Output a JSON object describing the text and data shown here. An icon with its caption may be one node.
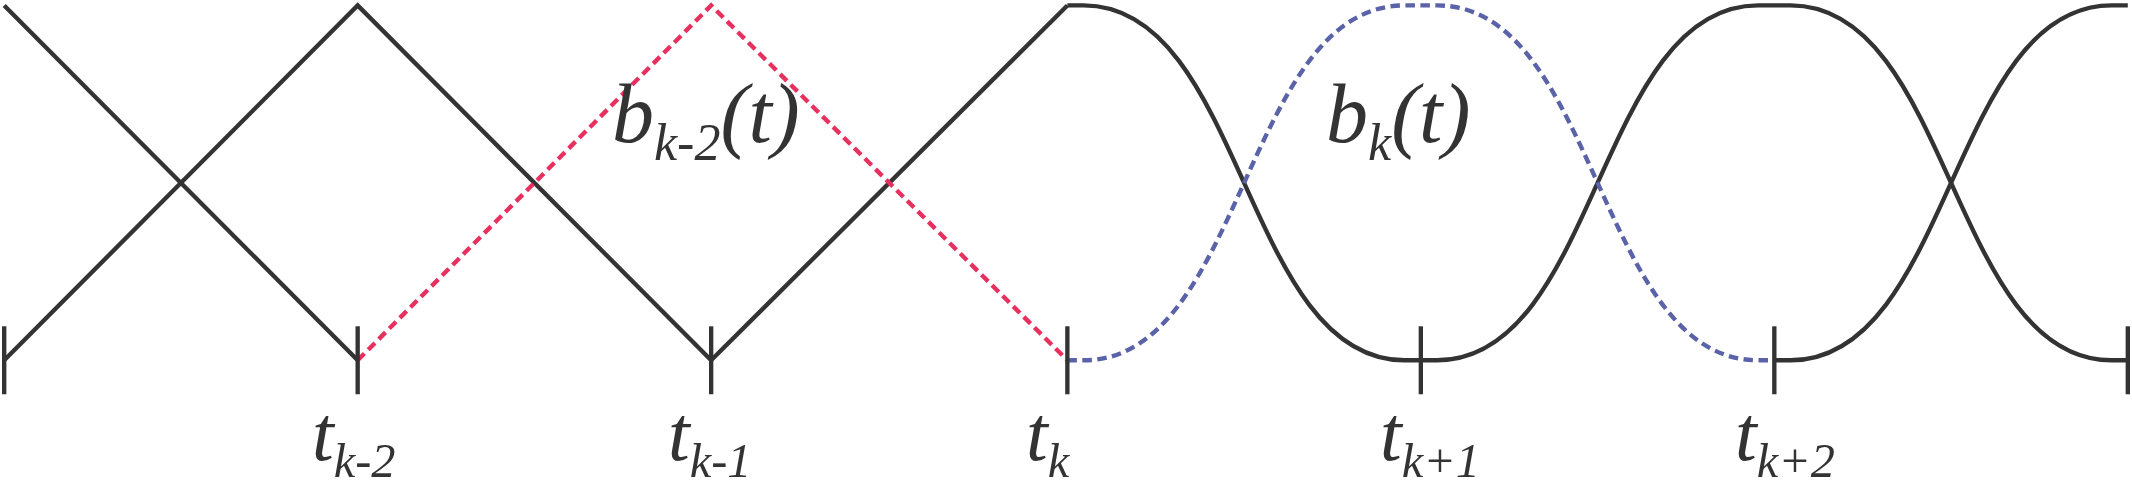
{
  "diagram": {
    "labels": [
      "b$_{k-2}$(t)",
      "b$_{k}$(t)",
      "t$_{k-2}$",
      "t$_{k-1}$",
      "t$_{k}$",
      "t$_{k+1}$",
      "t$_{k+2}$"
    ]
  }
}
